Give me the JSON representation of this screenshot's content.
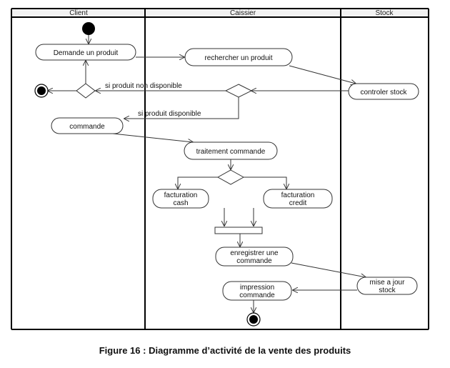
{
  "lanes": {
    "client": "Client",
    "caissier": "Caissier",
    "stock": "Stock"
  },
  "actions": {
    "demande_produit": "Demande un produit",
    "rechercher_produit": "rechercher un produit",
    "controler_stock": "controler stock",
    "commande": "commande",
    "traitement_commande": "traitement commande",
    "facturation_cash": [
      "facturation",
      "cash"
    ],
    "facturation_credit": [
      "facturation",
      "credit"
    ],
    "enregistrer_commande": [
      "enregistrer une",
      "commande"
    ],
    "mise_a_jour_stock": [
      "mise a jour",
      "stock"
    ],
    "impression_commande": [
      "impression",
      "commande"
    ]
  },
  "guards": {
    "non_disponible": "si produit non disponible",
    "disponible": "si produit disponible"
  },
  "caption": "Figure 16 : Diagramme d’activité de la vente des produits"
}
